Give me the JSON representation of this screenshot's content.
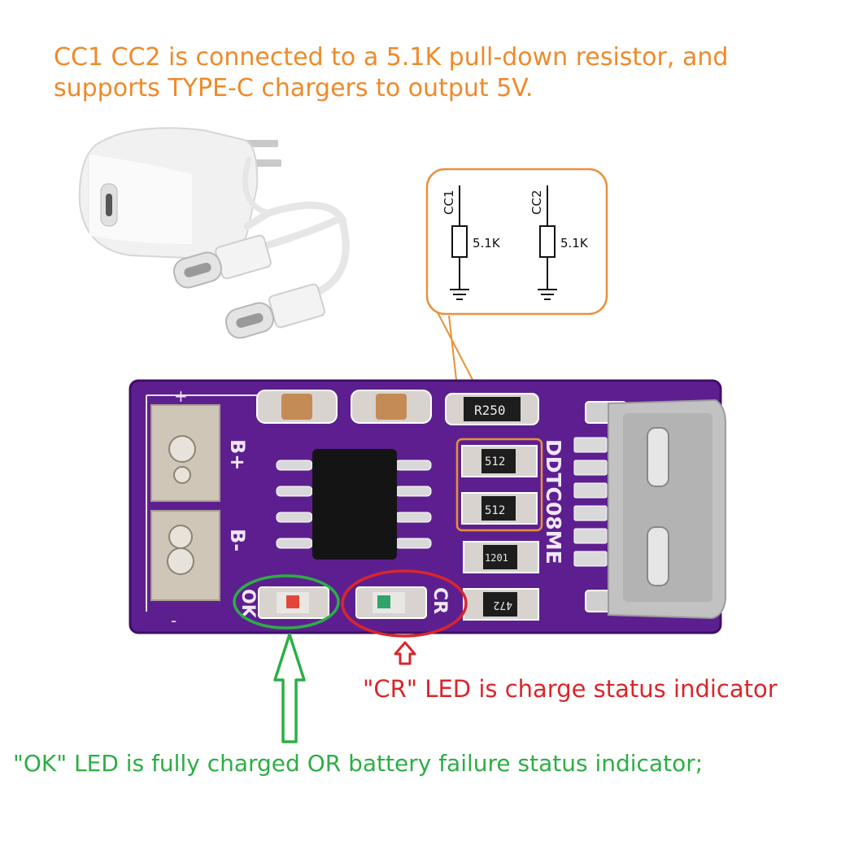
{
  "captions": {
    "top_line1": "CC1 CC2 is connected to a 5.1K pull-down resistor, and",
    "top_line2": "supports TYPE-C chargers to output 5V.",
    "cr_note": "\"CR\" LED is charge status indicator",
    "ok_note": "\"OK\" LED is fully charged OR battery failure status indicator;"
  },
  "schematic": {
    "cc1_label": "CC1",
    "cc2_label": "CC2",
    "r1_value": "5.1K",
    "r2_value": "5.1K"
  },
  "board": {
    "silk_b_plus": "B+",
    "silk_b_minus": "B-",
    "silk_ok": "OK",
    "silk_cr": "CR",
    "silk_model": "DDTC08ME",
    "res_r250": "R250",
    "res_512a": "512",
    "res_512b": "512",
    "res_1201": "1201",
    "res_472": "472"
  },
  "colors": {
    "caption_orange": "#ee8a2a",
    "caption_red": "#d9262b",
    "caption_green": "#2cae45",
    "pcb_purple": "#5d1f8f",
    "callout_orange": "#e8913a"
  }
}
